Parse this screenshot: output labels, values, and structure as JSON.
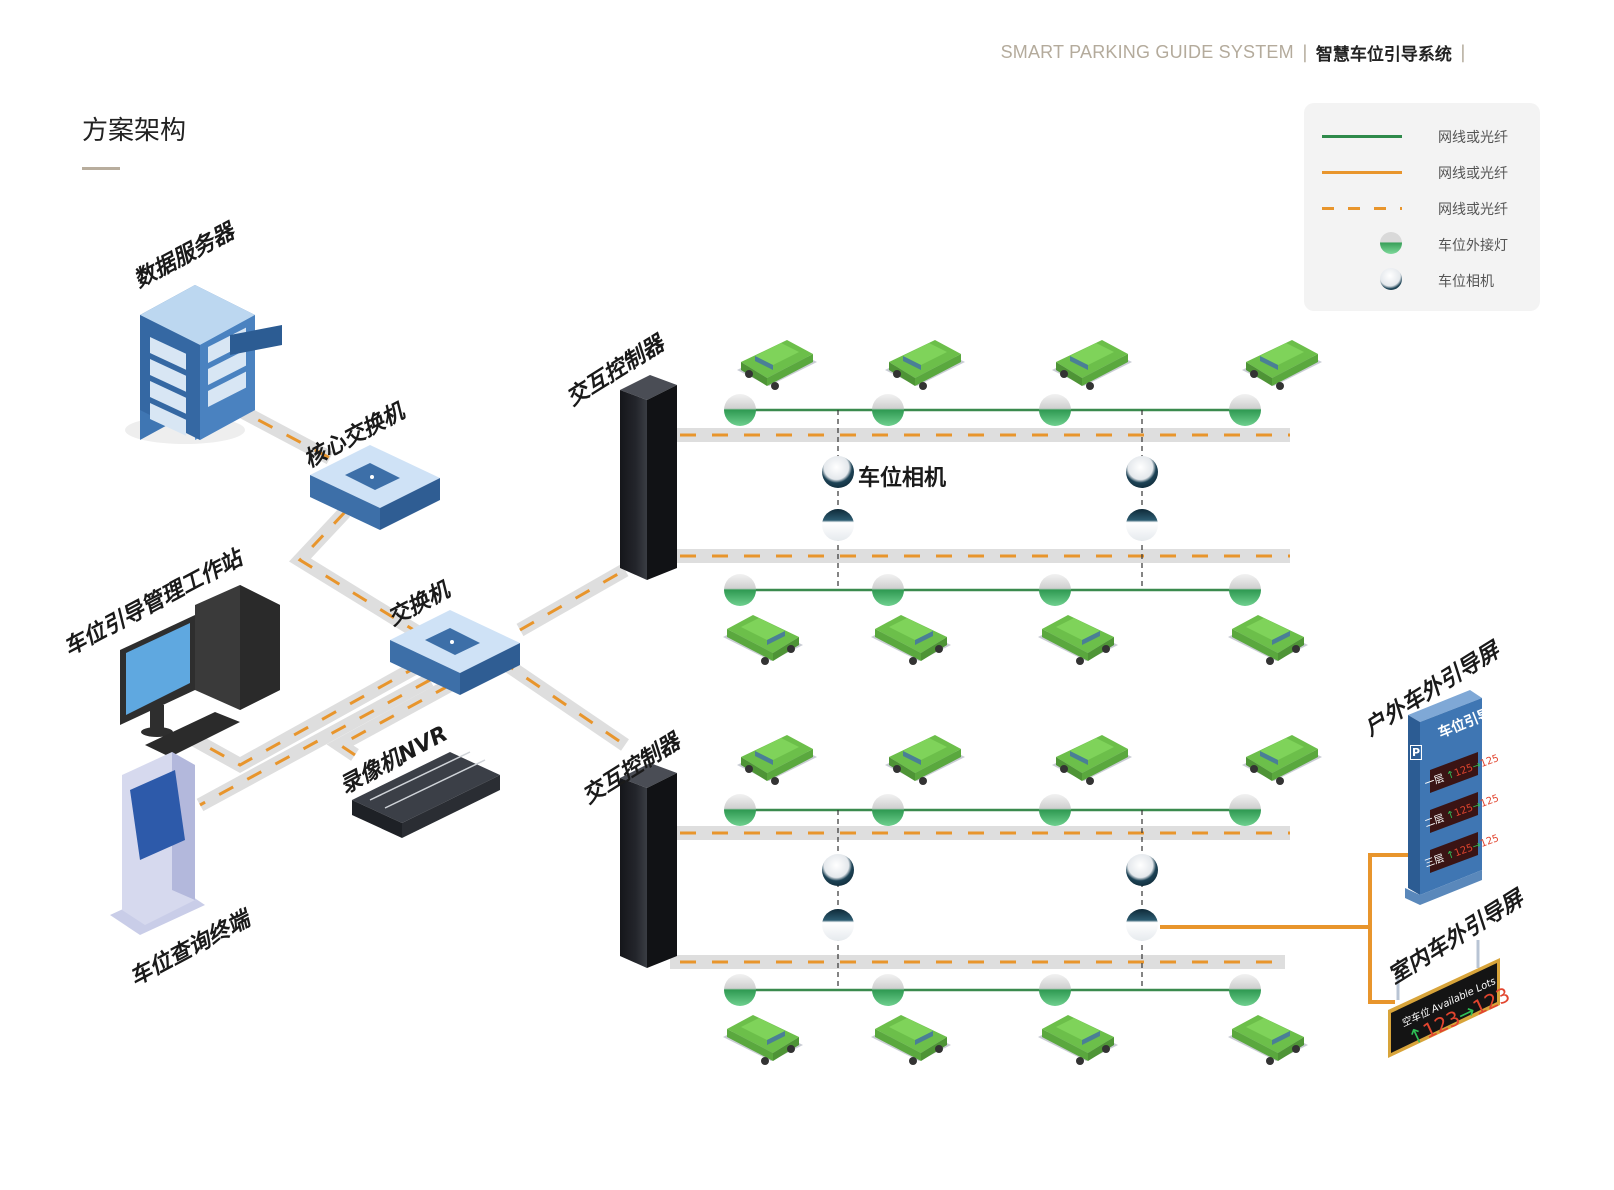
{
  "header": {
    "english": "SMART PARKING GUIDE SYSTEM",
    "separator": "|",
    "chinese": "智慧车位引导系统",
    "trailing_separator": "|"
  },
  "page": {
    "title": "方案架构"
  },
  "legend": {
    "items": [
      {
        "type": "solid-line",
        "color": "#2e8a4a",
        "label": "网线或光纤"
      },
      {
        "type": "solid-line",
        "color": "#e8952c",
        "label": "网线或光纤"
      },
      {
        "type": "dashed-line",
        "color": "#e8952c",
        "label": "网线或光纤"
      },
      {
        "type": "indicator-light",
        "color": "#3aa05a",
        "label": "车位外接灯"
      },
      {
        "type": "camera",
        "color": "#1f4a60",
        "label": "车位相机"
      }
    ]
  },
  "devices": {
    "data_server": "数据服务器",
    "core_switch": "核心交换机",
    "switch": "交换机",
    "workstation": "车位引导管理工作站",
    "nvr": "录像机NVR",
    "query_terminal": "车位查询终端",
    "controller_top": "交互控制器",
    "controller_bottom": "交互控制器",
    "outdoor_screen": "户外车外引导屏",
    "indoor_screen": "室内车外引导屏"
  },
  "callouts": {
    "camera": "车位相机"
  },
  "outdoor_sign": {
    "header": "车位引导",
    "parking_symbol": "P",
    "rows": [
      {
        "floor": "一层",
        "from": "125",
        "to": "125"
      },
      {
        "floor": "二层",
        "from": "125",
        "to": "125"
      },
      {
        "floor": "三层",
        "from": "125",
        "to": "125"
      }
    ]
  },
  "indoor_sign": {
    "title_cn": "空车位",
    "title_en": "Available Lots",
    "from": "123",
    "to": "123"
  },
  "colors": {
    "accent_gold": "#b4ab9c",
    "green_link": "#2e8a4a",
    "orange_link": "#e8952c",
    "road_gray": "#dcdcdc",
    "device_blue": "#3d6fa8",
    "car_green": "#6cbf4a"
  }
}
